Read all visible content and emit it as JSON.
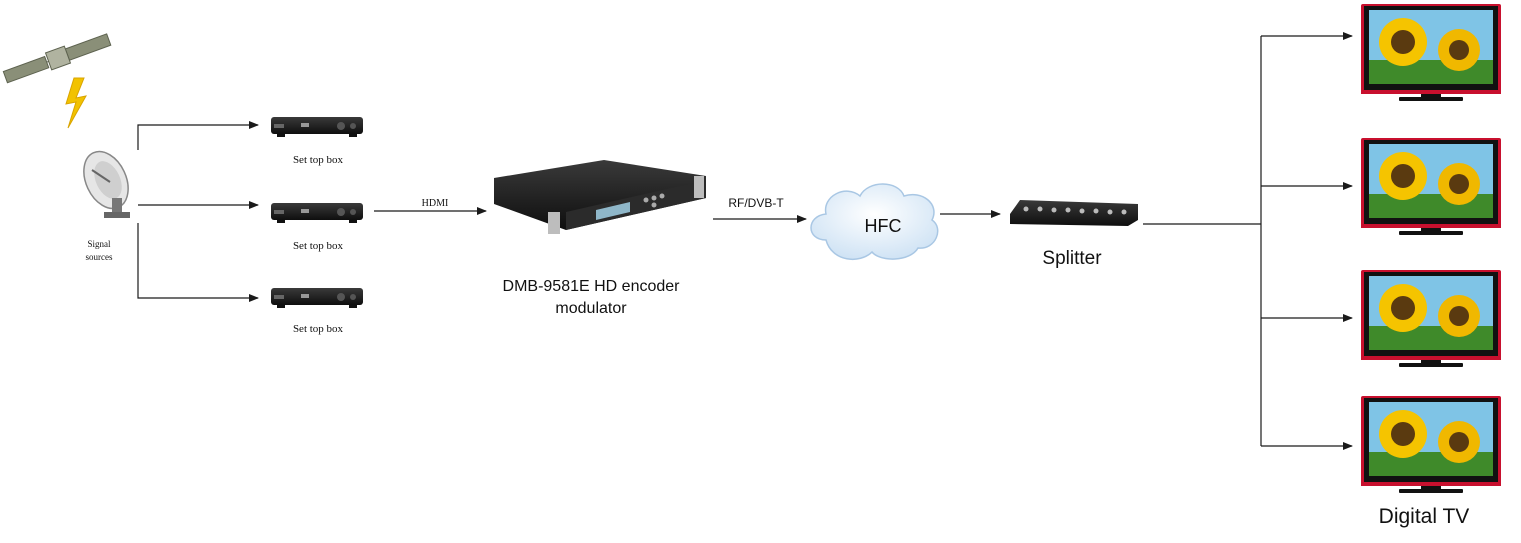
{
  "labels": {
    "signal_sources": "Signal\nsources",
    "stb_1": "Set top box",
    "stb_2": "Set top box",
    "stb_3": "Set top box",
    "hdmi": "HDMI",
    "encoder_line1": "DMB-9581E HD encoder",
    "encoder_line2": "modulator",
    "rf": "RF/DVB-T",
    "hfc": "HFC",
    "splitter": "Splitter",
    "digital_tv": "Digital TV"
  },
  "colors": {
    "line": "#1a1a1a",
    "tv_frame": "#111111",
    "tv_red": "#c8102e",
    "sky": "#7fc4e6",
    "sunflower_petal": "#f5c400",
    "sunflower_center": "#5a3a10",
    "leaf": "#3f8a2a",
    "cloud": "#dbe9f7",
    "device": "#1c1c1c",
    "lightning": "#f2c200"
  },
  "icons": [
    "satellite-icon",
    "dish-antenna-icon",
    "lightning-icon",
    "set-top-box-icon",
    "encoder-icon",
    "cloud-icon",
    "splitter-icon",
    "tv-icon"
  ]
}
